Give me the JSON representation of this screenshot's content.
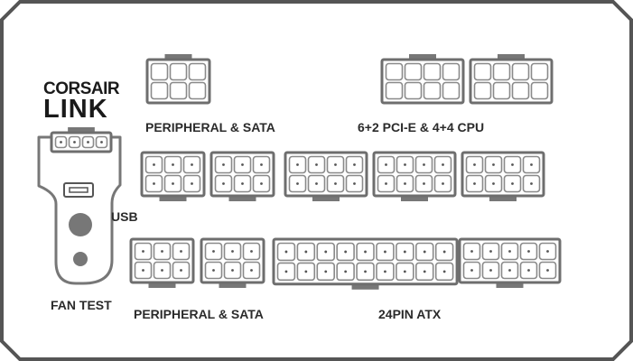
{
  "brand": {
    "line1": "CORSAIR",
    "line2": "LINK"
  },
  "labels": {
    "peripheral_sata_top": "PERIPHERAL & SATA",
    "pcie_cpu": "6+2 PCI-E & 4+4 CPU",
    "usb": "USB",
    "fan_test": "FAN TEST",
    "peripheral_sata_bottom": "PERIPHERAL & SATA",
    "atx_24pin": "24PIN ATX"
  },
  "colors": {
    "panel_outline": "#555555",
    "connector_fill": "#ffffff",
    "connector_stroke": "#6e6e6e",
    "pin_fill": "#ffffff",
    "pin_stroke": "#8a8a8a",
    "label_text": "#2b2b2b",
    "logo_text": "#1a1a1a"
  },
  "connectors": {
    "peripheral_sata_top": {
      "cols": 3,
      "rows": 2
    },
    "pcie_cpu": {
      "count": 2,
      "cols": 4,
      "rows": 2
    },
    "middle_row": {
      "count": 5,
      "cols": [
        3,
        3,
        4,
        4,
        4
      ],
      "rows": 2
    },
    "peripheral_sata_bottom": {
      "count": 2,
      "cols": 3,
      "rows": 2
    },
    "atx_24pin": {
      "cols": 9,
      "rows": 2
    },
    "atx_10pin": {
      "cols": 5,
      "rows": 2
    },
    "corsair_link_header": {
      "cols": 4,
      "rows": 1
    }
  },
  "icons": {
    "usb_port": "usb-port-icon",
    "fan_test_button": "button-icon"
  }
}
